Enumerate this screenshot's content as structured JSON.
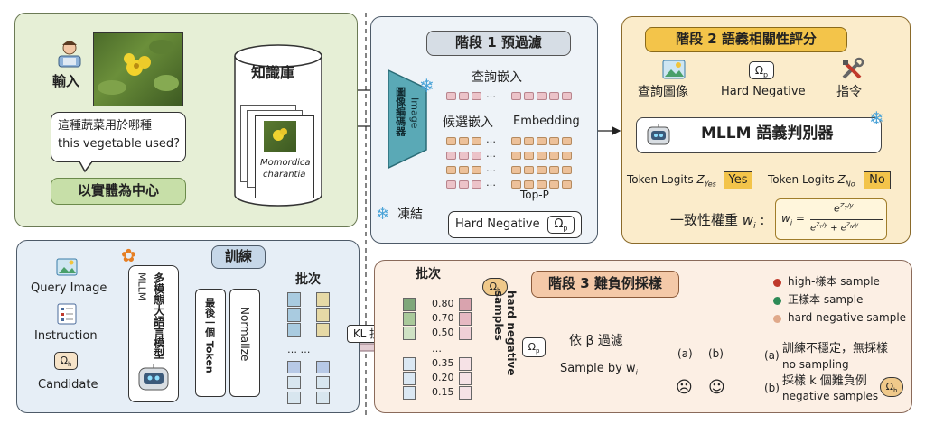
{
  "input_panel": {
    "input_label": "輸入",
    "question_zh": "這種蔬菜用於哪種",
    "question_en": "this vegetable used?",
    "entity_button": "以實體為中心"
  },
  "knowledge_base": {
    "title": "知識庫",
    "card_caption_1": "Momordica",
    "card_caption_2": "charantia"
  },
  "stage1": {
    "title": "階段 1 預過濾",
    "encoder_zh": "圖像編碼器",
    "encoder_en": "Image",
    "query_embed": "查詢嵌入",
    "candidate_embed_zh": "候選嵌入",
    "candidate_embed_en": "Embedding",
    "ellipsis": "…",
    "top_p": "Top-P",
    "hard_negative": "Hard Negative",
    "omega_p": "Ω",
    "omega_sub": "p",
    "frozen": "凍結"
  },
  "stage2": {
    "title": "階段 2 語義相關性評分",
    "query_image": "查詢圖像",
    "hard_negative": "Hard Negative",
    "instruction": "指令",
    "mllm": "MLLM 語義判別器",
    "token_logits": "Token Logits",
    "z_yes": "Z",
    "z_yes_sub": "Yes",
    "z_no": "Z",
    "z_no_sub": "No",
    "yes": "Yes",
    "no": "No",
    "weight_label": "一致性權重",
    "weight_var": "w",
    "weight_sub": "i",
    "colon": ":"
  },
  "training": {
    "title": "訓練",
    "query_image": "Query Image",
    "instruction": "Instruction",
    "candidate": "Candidate",
    "omega_h": "Ω",
    "omega_h_sub": "h",
    "mllm_col_en": "MLLM",
    "mllm_col_zh": "多模態大語言模型",
    "last_token": "最後一個 Token",
    "normalize": "Normalize",
    "batch": "批次",
    "dots": "…   …",
    "kl_loss": "KL 損失"
  },
  "stage3": {
    "batch": "批次",
    "scores": [
      "0.80",
      "0.70",
      "0.50",
      "…",
      "0.35",
      "0.20",
      "0.15"
    ],
    "hard_negative_samples": "hard negative samples",
    "title": "階段 3 難負例採樣",
    "filter_by_beta": "依 β 過濾",
    "sample_by_w": "Sample by w",
    "sample_by_w_sub": "i",
    "zone_a": "(a)",
    "zone_b": "(b)",
    "legend": [
      {
        "label": "high-樣本 sample",
        "color": "#c0392b"
      },
      {
        "label": "正樣本 sample",
        "color": "#2e8b57"
      },
      {
        "label": "hard negative sample",
        "color": "#e0a98a"
      }
    ],
    "note_a_1": "訓練不穩定，無採樣",
    "note_a_2": "no sampling",
    "note_a_tag": "(a)",
    "note_b_1": "採樣 k 個難負例",
    "note_b_2": "negative samples",
    "note_b_tag": "(b)"
  }
}
